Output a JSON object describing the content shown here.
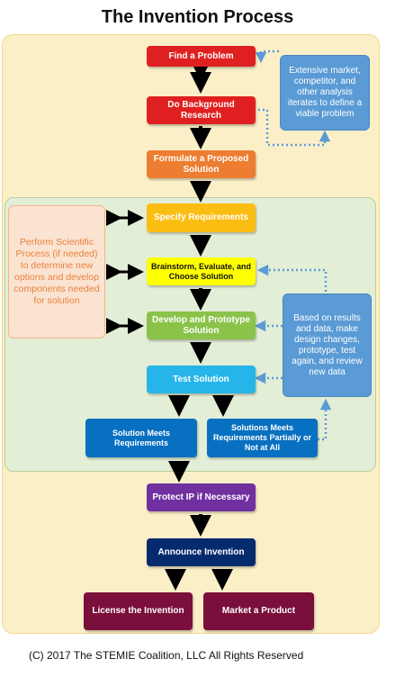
{
  "title": "The Invention Process",
  "steps": {
    "find_problem": "Find a Problem",
    "background_research": "Do Background Research",
    "formulate_solution": "Formulate a Proposed Solution",
    "specify_requirements": "Specify Requirements",
    "brainstorm": "Brainstorm, Evaluate, and Choose Solution",
    "develop_prototype": "Develop and Prototype Solution",
    "test_solution": "Test Solution",
    "meets_requirements": "Solution Meets Requirements",
    "partially_meets": "Solutions Meets Requirements Partially or Not at All",
    "protect_ip": "Protect IP if Necessary",
    "announce": "Announce Invention",
    "license": "License the Invention",
    "market": "Market a Product"
  },
  "notes": {
    "market_analysis": "Extensive market, competitor, and other analysis iterates to define a viable problem",
    "scientific_process": "Perform Scientific Process (if needed) to determine new options and develop components needed for solution",
    "iterate_design": "Based on results and data, make design changes, prototype, test again, and review new data"
  },
  "copyright": "(C) 2017 The STEMIE Coalition, LLC All Rights Reserved",
  "colors": {
    "red": "#e02020",
    "orange": "#ed7d31",
    "amber": "#fcbd13",
    "yellow": "#ffff00",
    "green": "#8bc34a",
    "cyan": "#26b5e8",
    "blue": "#0870c0",
    "purple": "#7030a0",
    "navy": "#062a6e",
    "maroon": "#7a0f3c"
  }
}
